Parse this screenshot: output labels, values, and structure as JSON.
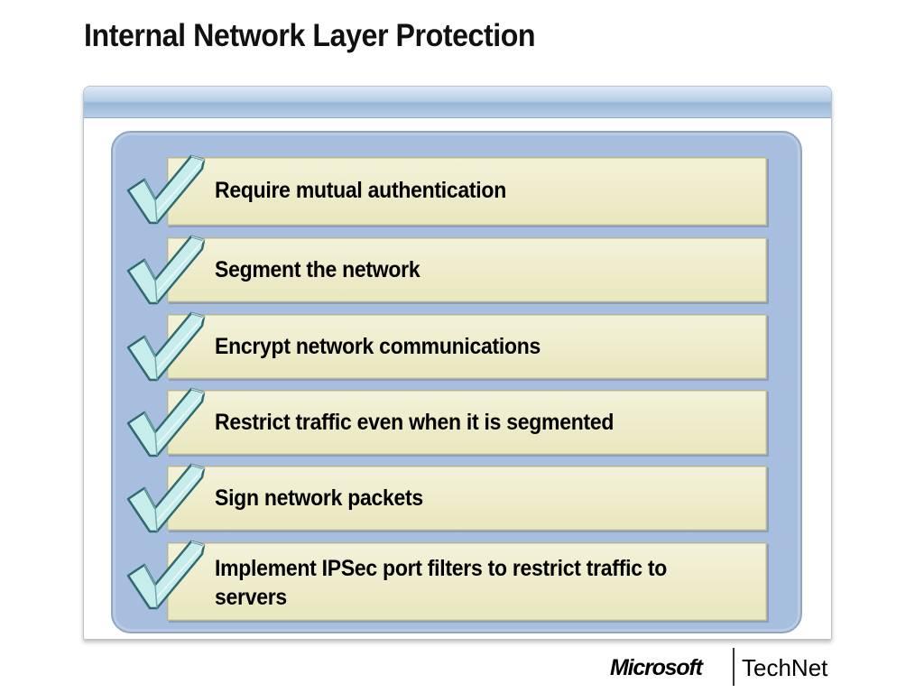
{
  "slide": {
    "title": "Internal Network Layer Protection"
  },
  "items": [
    {
      "label": "Require mutual authentication"
    },
    {
      "label": "Segment the network"
    },
    {
      "label": "Encrypt network communications"
    },
    {
      "label": "Restrict traffic even when it is segmented"
    },
    {
      "label": "Sign network packets"
    },
    {
      "label": "Implement IPSec port filters to restrict traffic to servers"
    }
  ],
  "footer": {
    "brand": "Microsoft",
    "product": "TechNet"
  },
  "colors": {
    "panel": "#a8bede",
    "item_fill": "#ece9c4",
    "check_fill": "#c7ecec",
    "check_stroke": "#2f6a6e"
  },
  "icons": {
    "check": "checkmark-icon"
  }
}
